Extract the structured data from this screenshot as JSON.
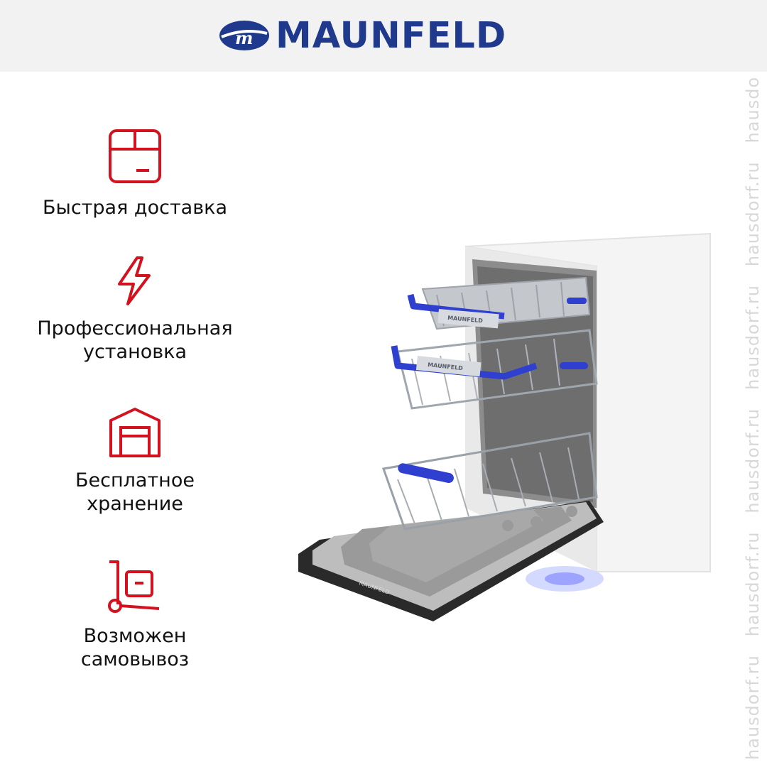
{
  "brand": {
    "name": "MAUNFELD",
    "color": "#1f3a8c"
  },
  "accent_color": "#d4111e",
  "features": [
    {
      "icon": "box-icon",
      "label_lines": [
        "Быстрая доставка"
      ]
    },
    {
      "icon": "lightning-icon",
      "label_lines": [
        "Профессиональная",
        "установка"
      ]
    },
    {
      "icon": "warehouse-icon",
      "label_lines": [
        "Бесплатное",
        "хранение"
      ]
    },
    {
      "icon": "hand-truck-icon",
      "label_lines": [
        "Возможен",
        "самовывоз"
      ]
    }
  ],
  "product_image": {
    "description": "Built-in dishwasher with open door and three pulled-out racks",
    "rack_brand_labels": [
      "MAUNFELD",
      "MAUNFELD"
    ],
    "panel_brand": "MAUNFELD"
  },
  "watermark": {
    "text": "hausdorf.ru"
  }
}
